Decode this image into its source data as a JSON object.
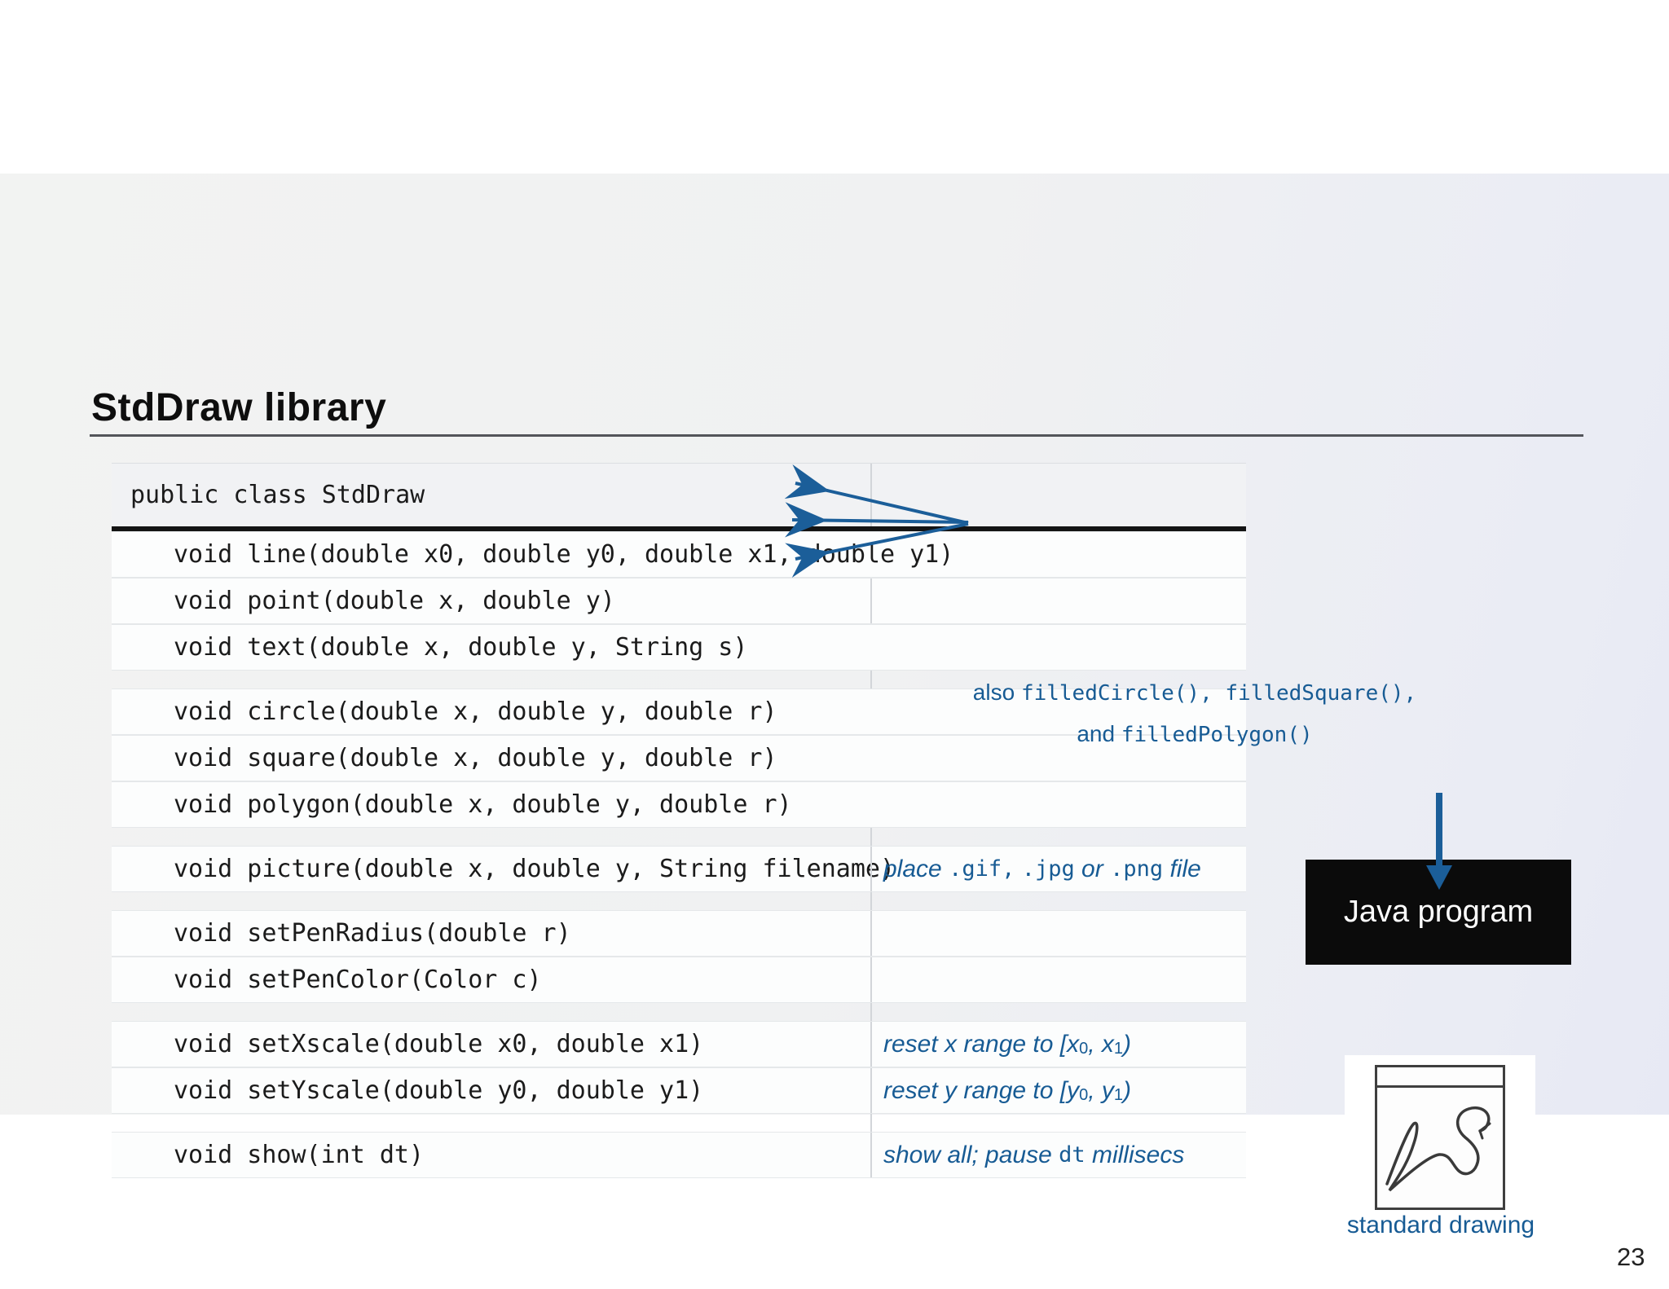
{
  "slide": {
    "title": "StdDraw library",
    "page_number": "23"
  },
  "colors": {
    "accent_blue": "#175b94",
    "arrow_blue": "#1b5e99",
    "header_rule_black": "#141414",
    "box_black": "#0b0b0b"
  },
  "table": {
    "rows": [
      {
        "kind": "header",
        "name": "class-header",
        "text": "public class StdDraw",
        "divider": true
      },
      {
        "kind": "method",
        "name": "line",
        "text": "void line(double x0, double y0, double x1, double y1)",
        "divider": false
      },
      {
        "kind": "method",
        "name": "point",
        "text": "void point(double x, double y)",
        "divider": true
      },
      {
        "kind": "method",
        "name": "text",
        "text": "void text(double x, double y, String s)",
        "divider": false
      },
      {
        "kind": "gap",
        "divider": true
      },
      {
        "kind": "method",
        "name": "circle",
        "text": "void circle(double x, double y, double r)",
        "divider": false
      },
      {
        "kind": "method",
        "name": "square",
        "text": "void square(double x, double y, double r)",
        "divider": false
      },
      {
        "kind": "method",
        "name": "polygon",
        "text": "void polygon(double x, double y, double r)",
        "divider": false
      },
      {
        "kind": "gap",
        "divider": true
      },
      {
        "kind": "method",
        "name": "picture",
        "text": "void picture(double x, double y, String filename)",
        "divider": true,
        "ann": [
          {
            "t": "place ",
            "s": "i"
          },
          {
            "t": ".gif,",
            "s": "m"
          },
          {
            "t": " ",
            "s": "i"
          },
          {
            "t": ".jpg",
            "s": "m"
          },
          {
            "t": " or ",
            "s": "i"
          },
          {
            "t": ".png",
            "s": "m"
          },
          {
            "t": " file",
            "s": "i"
          }
        ]
      },
      {
        "kind": "gap",
        "divider": true
      },
      {
        "kind": "method",
        "name": "setPenRadius",
        "text": "void setPenRadius(double r)",
        "divider": true
      },
      {
        "kind": "method",
        "name": "setPenColor",
        "text": "void setPenColor(Color c)",
        "divider": true
      },
      {
        "kind": "gap",
        "divider": true
      },
      {
        "kind": "method",
        "name": "setXscale",
        "text": "void setXscale(double x0, double x1)",
        "divider": true,
        "ann": [
          {
            "t": "reset x range to [x",
            "s": "i"
          },
          {
            "t": "0",
            "s": "sub"
          },
          {
            "t": ", x",
            "s": "i"
          },
          {
            "t": "1",
            "s": "sub"
          },
          {
            "t": ")",
            "s": "i"
          }
        ]
      },
      {
        "kind": "method",
        "name": "setYscale",
        "text": "void setYscale(double y0, double y1)",
        "divider": true,
        "ann": [
          {
            "t": "reset y range to [y",
            "s": "i"
          },
          {
            "t": "0",
            "s": "sub"
          },
          {
            "t": ", y",
            "s": "i"
          },
          {
            "t": "1",
            "s": "sub"
          },
          {
            "t": ")",
            "s": "i"
          }
        ]
      },
      {
        "kind": "gap",
        "divider": true
      },
      {
        "kind": "method",
        "name": "show",
        "text": "void show(int dt)",
        "divider": true,
        "ann": [
          {
            "t": "show all; pause ",
            "s": "i"
          },
          {
            "t": "dt",
            "s": "m"
          },
          {
            "t": " millisecs",
            "s": "i"
          }
        ]
      }
    ]
  },
  "callout": {
    "lines": [
      [
        {
          "t": "also ",
          "s": "sans"
        },
        {
          "t": "filledCircle(), filledSquare(),",
          "s": "m"
        }
      ],
      [
        {
          "t": "and ",
          "s": "sans"
        },
        {
          "t": "filledPolygon()",
          "s": "m"
        }
      ]
    ]
  },
  "diagram": {
    "box_label": "Java program",
    "caption": "standard drawing"
  }
}
